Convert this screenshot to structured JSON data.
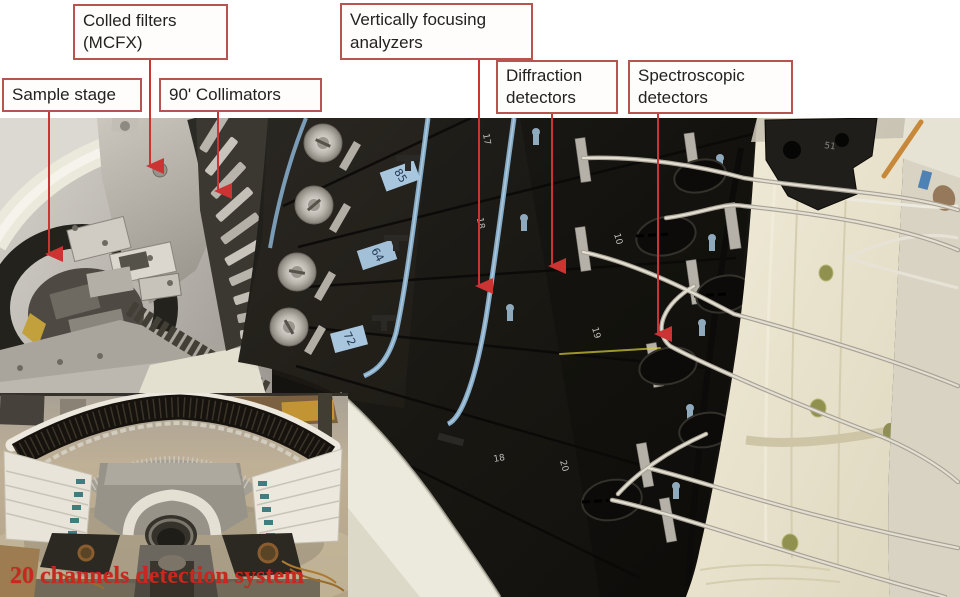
{
  "slide": {
    "background": "#ffffff"
  },
  "callouts": [
    {
      "id": "colled-filters",
      "lines": [
        "Colled filters",
        "(MCFX)"
      ]
    },
    {
      "id": "sample-stage",
      "lines": [
        "Sample stage"
      ]
    },
    {
      "id": "collimators",
      "lines": [
        "90' Collimators"
      ]
    },
    {
      "id": "vertically-focusing-analyzers",
      "lines": [
        "Vertically focusing",
        "analyzers"
      ]
    },
    {
      "id": "diffraction-detectors",
      "lines": [
        "Diffraction",
        "detectors"
      ]
    },
    {
      "id": "spectroscopic-detectors",
      "lines": [
        "Spectroscopic",
        "detectors"
      ]
    }
  ],
  "inset_caption": "20 channels detection system",
  "photo_markings": {
    "tape_labels": [
      "85",
      "64",
      "72"
    ],
    "panel_numbers": [
      "17",
      "18",
      "10",
      "19",
      "18",
      "20"
    ],
    "block_number": "51"
  },
  "colors": {
    "callout_border": "#b85450",
    "callout_text": "#222222",
    "arrow_red": "#cc3333",
    "caption_red": "#c8281e",
    "blue_arc": "#84aac6",
    "tape_blue": "#a8c6de",
    "panel_black": "#17150f",
    "cream_support": "#ece7d3",
    "metal_grey": "#b5b1a8"
  }
}
